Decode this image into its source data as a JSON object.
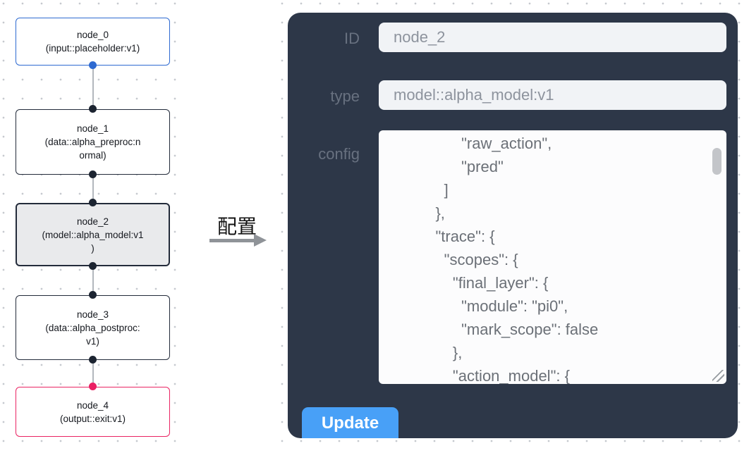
{
  "canvas": {
    "nodes": [
      {
        "id": "node_0",
        "subtitle": "(input::placeholder:v1)"
      },
      {
        "id": "node_1",
        "subtitle": "(data::alpha_preproc:n\normal)"
      },
      {
        "id": "node_2",
        "subtitle": "(model::alpha_model:v1\n)"
      },
      {
        "id": "node_3",
        "subtitle": "(data::alpha_postproc:\nv1)"
      },
      {
        "id": "node_4",
        "subtitle": "(output::exit:v1)"
      }
    ]
  },
  "arrow": {
    "label": "配置"
  },
  "panel": {
    "fields": [
      {
        "label": "ID",
        "value": "node_2"
      },
      {
        "label": "type",
        "value": "model::alpha_model:v1"
      }
    ],
    "config_label": "config",
    "config_lines": [
      "          \"raw_action\",",
      "          \"pred\"",
      "      ]",
      "    },",
      "    \"trace\": {",
      "      \"scopes\": {",
      "        \"final_layer\": {",
      "          \"module\": \"pi0\",",
      "          \"mark_scope\": false",
      "        },",
      "        \"action_model\": {"
    ],
    "update_label": "Update"
  },
  "colors": {
    "input_node_border": "#2e6ad1",
    "default_node_border": "#232b3a",
    "selected_node_bg": "#e9eaec",
    "output_node_border": "#ea1f63",
    "panel_bg": "#2d3748",
    "update_button": "#48a0f7",
    "canvas_dot": "#c6c9cf"
  }
}
